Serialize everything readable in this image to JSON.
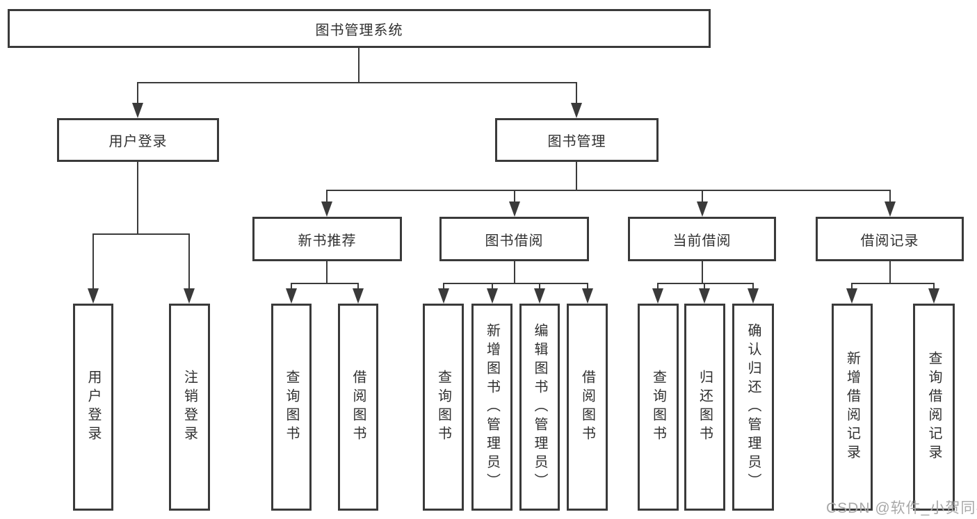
{
  "diagram": {
    "title": "图书管理系统",
    "branches": [
      {
        "label": "用户登录",
        "children": [
          "用户登录",
          "注销登录"
        ]
      },
      {
        "label": "图书管理",
        "children": [
          {
            "label": "新书推荐",
            "children": [
              "查询图书",
              "借阅图书"
            ]
          },
          {
            "label": "图书借阅",
            "children": [
              "查询图书",
              "新增图书（管理员）",
              "编辑图书（管理员）",
              "借阅图书"
            ]
          },
          {
            "label": "当前借阅",
            "children": [
              "查询图书",
              "归还图书",
              "确认归还（管理员）"
            ]
          },
          {
            "label": "借阅记录",
            "children": [
              "新增借阅记录",
              "查询借阅记录"
            ]
          }
        ]
      }
    ]
  },
  "watermark": {
    "text": "CSDN @软件_小贺同学"
  },
  "colors": {
    "line": "#3a3a3a",
    "text": "#303030",
    "watermark": "#a8a8a8",
    "background": "#ffffff"
  }
}
